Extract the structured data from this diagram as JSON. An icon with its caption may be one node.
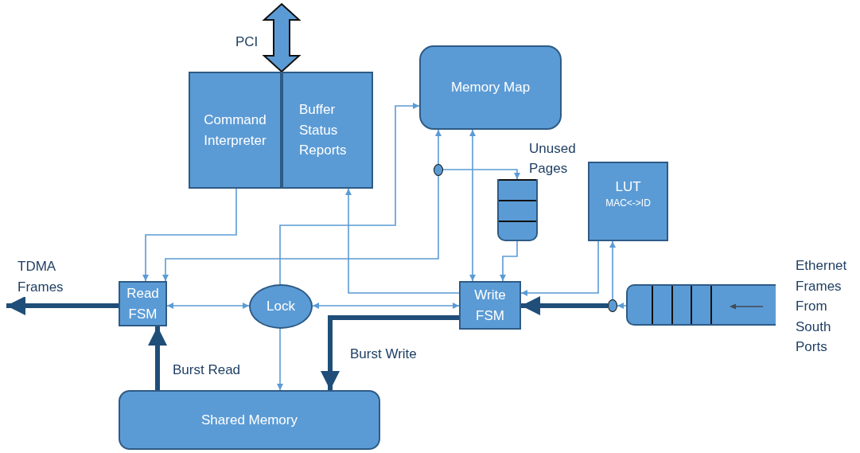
{
  "diagram": {
    "nodes": [
      {
        "text": [
          "Command Interpreter"
        ]
      },
      {
        "text": [
          "Buffer Status Reports"
        ]
      },
      {
        "text": [
          "Memory Map"
        ]
      },
      {
        "text": [
          "Unused Pages"
        ]
      },
      {
        "text": [
          "LUT",
          "MAC<->ID"
        ]
      },
      {
        "text": [
          "Read FSM"
        ]
      },
      {
        "text": [
          "Lock"
        ]
      },
      {
        "text": [
          "Write FSM"
        ]
      },
      {
        "text": [],
        "shape": "box",
        "beside": [
          "Ethernet Frames From South Ports"
        ]
      },
      {
        "text": [
          "Shared Memory"
        ]
      },
      {
        "text": [],
        "shape": "circle"
      },
      {
        "text": [],
        "shape": "circle"
      }
    ],
    "edges": [
      {
        "from": 0,
        "to": 5,
        "arrow": "to"
      },
      {
        "from": 10,
        "to": 2,
        "arrow": "to"
      },
      {
        "from": 10,
        "to": 3,
        "arrow": "to"
      },
      {
        "from": 10,
        "to": 5,
        "arrow": "to"
      },
      {
        "from": 6,
        "to": 2,
        "arrow": "to"
      },
      {
        "from": 7,
        "to": 1,
        "arrow": "to"
      },
      {
        "from": 2,
        "to": 7,
        "arrow": "both"
      },
      {
        "from": 3,
        "to": 7,
        "arrow": "to"
      },
      {
        "from": 4,
        "to": 7,
        "arrow": "to"
      },
      {
        "from": 11,
        "to": 4,
        "arrow": "to"
      },
      {
        "from": 8,
        "to": 11,
        "arrow": "to"
      },
      {
        "from": 11,
        "to": 7,
        "arrow": "to",
        "style": "thick",
        "color": "#1f4e79"
      },
      {
        "from": 5,
        "to": 6,
        "arrow": "both"
      },
      {
        "from": 7,
        "to": 6,
        "arrow": "both"
      },
      {
        "from": 6,
        "to": 9,
        "arrow": "to"
      },
      {
        "from": 7,
        "to": 9,
        "arrow": "to",
        "label": "Burst Write",
        "style": "thick",
        "color": "#1f4e79"
      },
      {
        "from": 9,
        "to": 5,
        "arrow": "to",
        "label": "Burst Read",
        "style": "thick",
        "color": "#1f4e79"
      },
      {
        "from": 5,
        "to": null,
        "arrow": "to",
        "label": "TDMA Frames",
        "style": "thick",
        "color": "#1f4e79"
      },
      {
        "from": null,
        "to": 0,
        "arrow": "both",
        "label": "PCI",
        "style": "thick"
      }
    ]
  }
}
